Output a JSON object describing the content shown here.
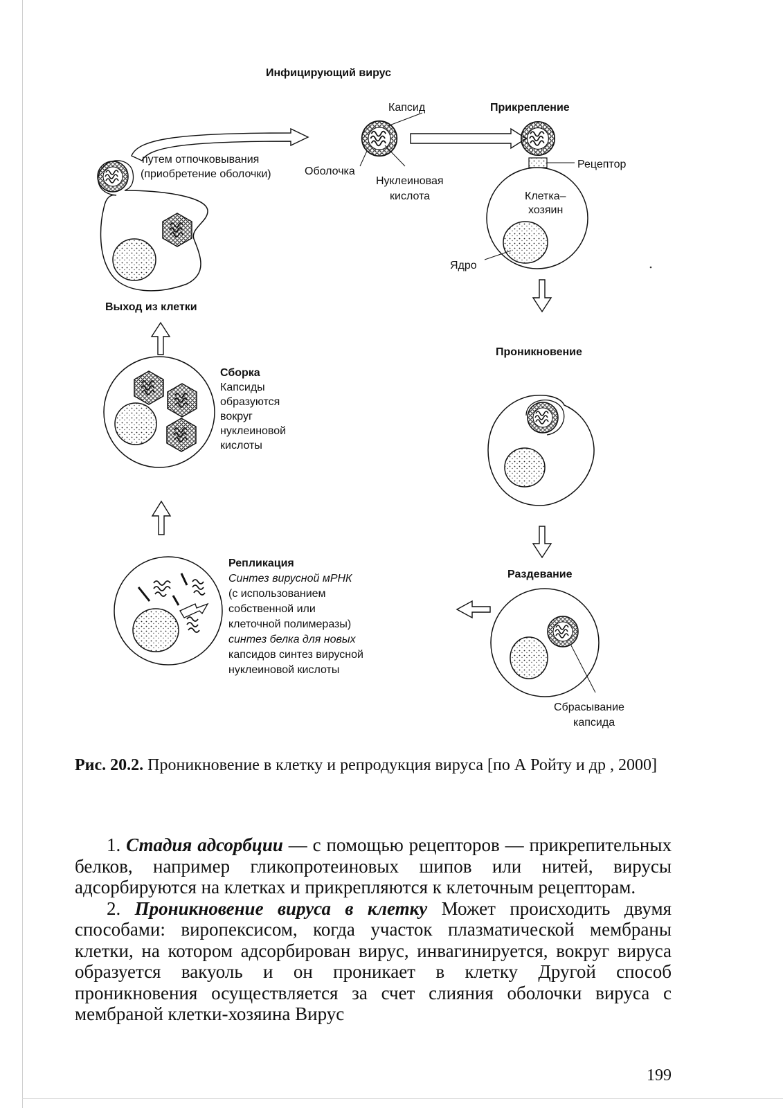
{
  "figure": {
    "top_title": "Инфицирующий вирус",
    "labels": {
      "capsid": "Капсид",
      "attachment": "Прикрепление",
      "envelope": "Оболочка",
      "nucleic_acid_1": "Нуклеиновая",
      "nucleic_acid_2": "кислота",
      "receptor": "Рецептор",
      "host_cell_1": "Клетка–",
      "host_cell_2": "хозяин",
      "nucleus": "Ядро",
      "budding_1": "путем отпочковывания",
      "budding_2": "(приобретение оболочки)",
      "exit": "Выход из клетки",
      "penetration": "Проникновение",
      "assembly_title": "Сборка",
      "assembly_lines": [
        "Капсиды",
        "образуются",
        "вокруг",
        "нуклеиновой",
        "кислоты"
      ],
      "replication_title": "Репликация",
      "replication_lines": [
        "Синтез вирусной мРНК",
        "(с использованием",
        "собственной или",
        "клеточной полимеразы)",
        "синтез белка для новых",
        "капсидов  синтез вирусной",
        "нуклеиновой кислоты"
      ],
      "uncoating": "Раздевание",
      "capsid_shedding_1": "Сбрасывание",
      "capsid_shedding_2": "капсида"
    }
  },
  "caption": {
    "label": "Рис.  20.2.",
    "text": " Проникновение в клетку и репродукция вируса [по А  Ройту и др , 2000]"
  },
  "body": {
    "p1_num": "1. ",
    "p1_term": "Стадия адсорбции",
    "p1_text": " — с помощью рецепторов — прикрепительных белков, например гликопротеиновых шипов или нитей, вирусы адсорбируются на клетках и прикрепляются к клеточным рецепторам.",
    "p2_num": "2. ",
    "p2_term": "Проникновение вируса в клетку",
    "p2_text": "  Может происходить двумя способами: виропексисом, когда участок плазматической мембраны клетки, на котором адсорбирован вирус, инвагинируется, вокруг вируса образуется вакуоль и он проникает в клетку  Другой способ проникновения осуществляется за счет слияния оболочки вируса с мембраной клетки-хозяина  Вирус"
  },
  "page_number": "199"
}
